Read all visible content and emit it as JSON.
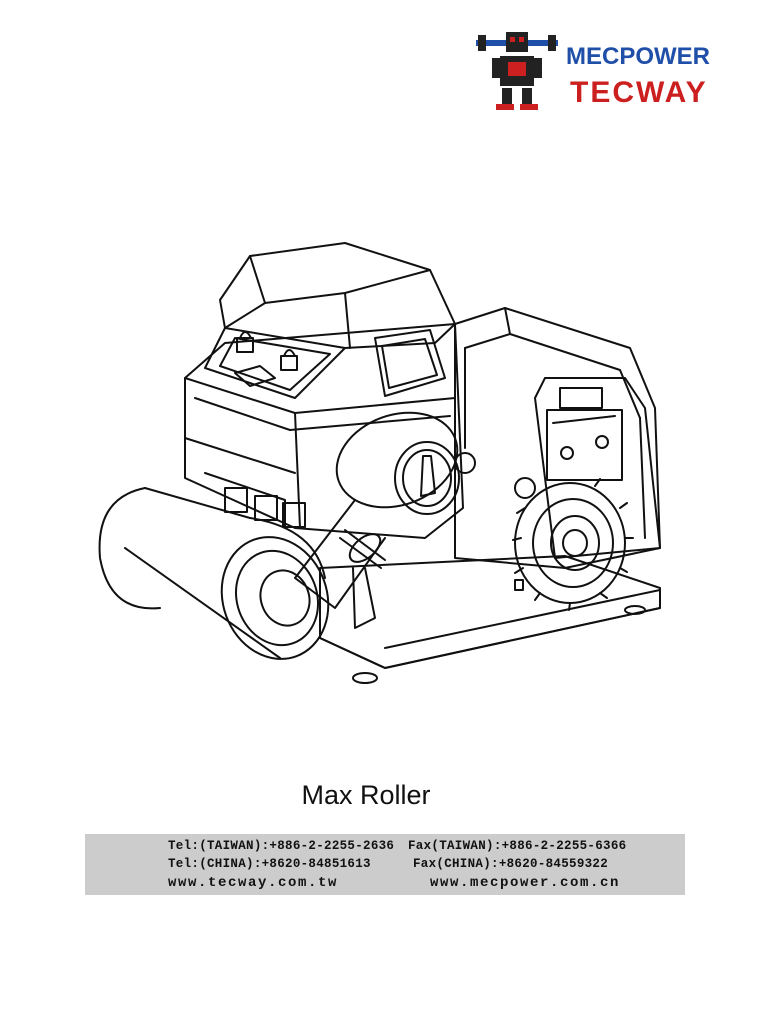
{
  "brand": {
    "name_top": "MECPOWER",
    "name_bottom": "TECWAY",
    "colors": {
      "top": "#1f4fa8",
      "bottom": "#cc1f1f",
      "robot": "#222222"
    }
  },
  "product": {
    "title": "Max Roller"
  },
  "contact": {
    "tel_taiwan": "Tel:(TAIWAN):+886-2-2255-2636",
    "fax_taiwan": "Fax(TAIWAN):+886-2-2255-6366",
    "tel_china": "Tel:(CHINA):+8620-84851613",
    "fax_china": "Fax(CHINA):+8620-84559322",
    "web_1": "www.tecway.com.tw",
    "web_2": "www.mecpower.com.cn",
    "band_color": "#cccccc"
  }
}
